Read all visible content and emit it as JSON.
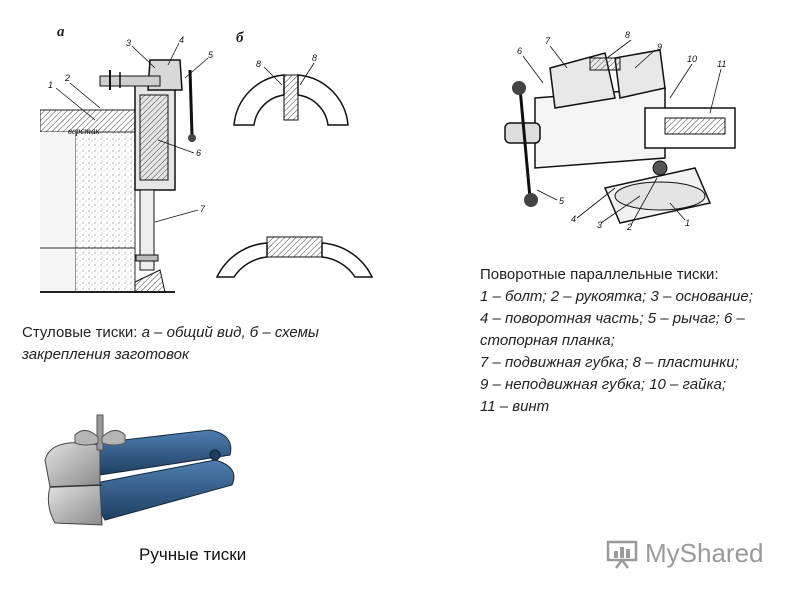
{
  "figure_a": {
    "letter": "a",
    "label_workbench": "верстак",
    "numbers": [
      "1",
      "2",
      "3",
      "4",
      "5",
      "6",
      "7"
    ]
  },
  "figure_b": {
    "letter": "б",
    "numbers": [
      "8",
      "8"
    ]
  },
  "caption_bench": {
    "lead": "Стуловые тиски: ",
    "rest": "а – общий вид, б – схемы закрепления заготовок"
  },
  "caption_swivel": {
    "title": "Поворотные параллельные тиски:",
    "lines": [
      "1 – болт; 2 – рукоятка; 3 – основание;",
      "4 – поворотная часть; 5 – рычаг; 6 –",
      "стопорная планка;",
      "7 – подвижная губка; 8 – пластинки;",
      "9 – неподвижная губка; 10 – гайка;",
      "11 – винт"
    ]
  },
  "swivel_numbers": [
    "1",
    "2",
    "3",
    "4",
    "5",
    "6",
    "7",
    "8",
    "9",
    "10",
    "11"
  ],
  "caption_hand": "Ручные тиски",
  "watermark": {
    "brand": "MyShared",
    "color": "#9a9a9a"
  },
  "colors": {
    "hand_vise_blue": "#2f5f8f",
    "steel": "#b8b8b8"
  }
}
